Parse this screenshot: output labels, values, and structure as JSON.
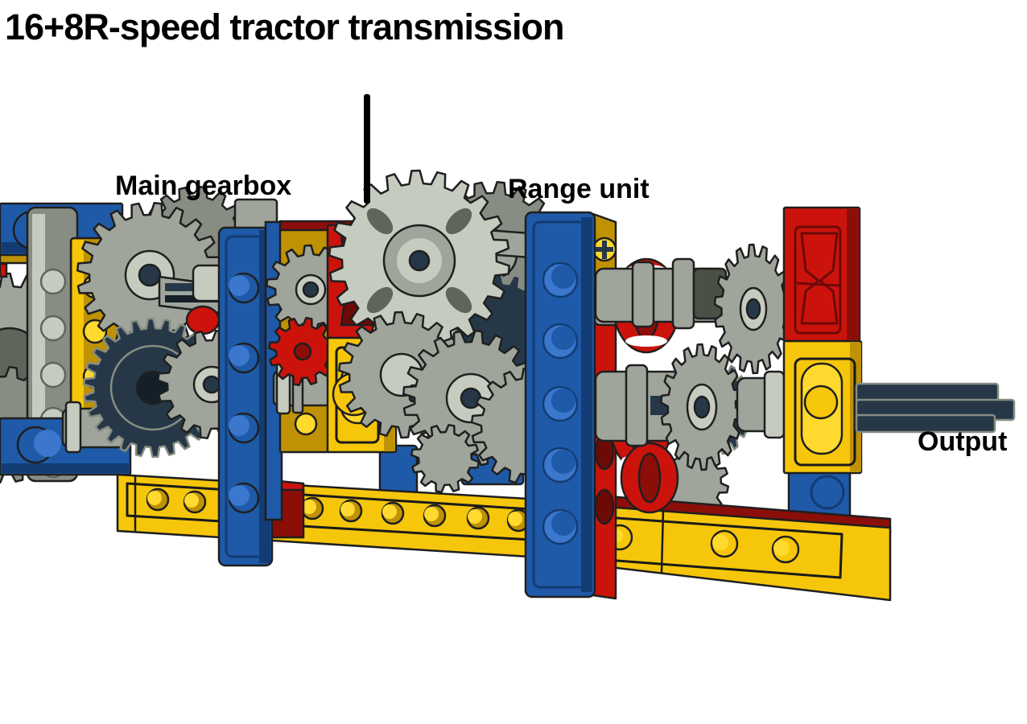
{
  "title": "16+8R-speed tractor transmission",
  "labels": {
    "main_gearbox": "Main gearbox",
    "range_unit": "Range unit",
    "output": "Output"
  },
  "colors": {
    "blue": "#1E5AA8",
    "blue_light": "#3A77CD",
    "blue_dark": "#133C74",
    "yellow": "#F6C60A",
    "yellow_dark": "#BF9204",
    "yellow_light": "#FFD92E",
    "red": "#CB130C",
    "red_dark": "#8C0E09",
    "red_deep": "#6E0A06",
    "gray": "#9FA59B",
    "gray_light": "#C6CBC0",
    "gray_mid": "#878D83",
    "gray_dark": "#5F655B",
    "charcoal": "#4A5046",
    "navy": "#263848",
    "navy_dark": "#141F29",
    "outline": "#1F1F1F",
    "background": "#FFFFFF",
    "text": "#000000"
  }
}
